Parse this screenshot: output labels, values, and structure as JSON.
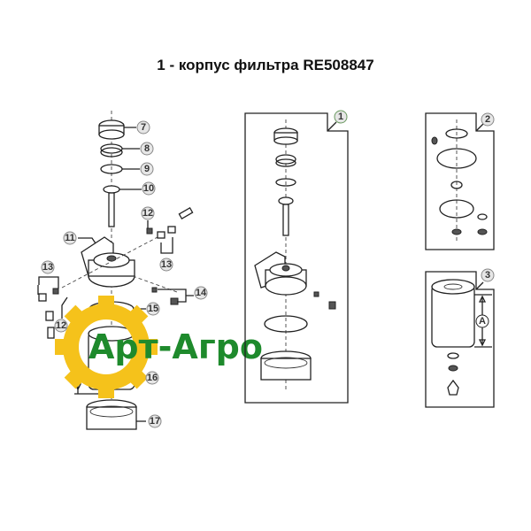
{
  "title": "1 - корпус фильтра RE508847",
  "logo": {
    "text": "Арт-Агро",
    "gear_color": "#f5c21b",
    "text_color": "#1e8a2c"
  },
  "callouts_left": [
    "7",
    "8",
    "9",
    "10",
    "12",
    "11",
    "13",
    "13",
    "14",
    "15",
    "12",
    "16",
    "17"
  ],
  "boxes": [
    {
      "label": "1",
      "accent": "#cfe8c8"
    },
    {
      "label": "2",
      "accent": "#e6e6e6"
    },
    {
      "label": "3",
      "accent": "#e6e6e6"
    }
  ],
  "dimension_label": "A"
}
